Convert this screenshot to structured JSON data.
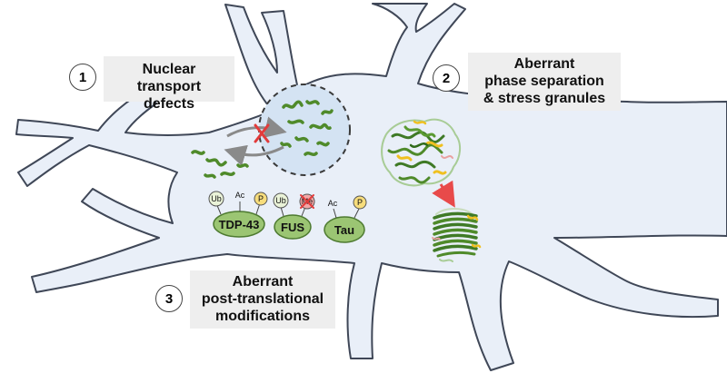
{
  "steps": [
    {
      "number": "1",
      "label_lines": [
        "Nuclear transport",
        "defects"
      ]
    },
    {
      "number": "2",
      "label_lines": [
        "Aberrant",
        "phase separation",
        "& stress granules"
      ]
    },
    {
      "number": "3",
      "label_lines": [
        "Aberrant",
        "post-translational",
        "modifications"
      ]
    }
  ],
  "proteins": [
    {
      "name": "TDP-43",
      "modifications": [
        "Ub",
        "Ac",
        "P"
      ]
    },
    {
      "name": "FUS",
      "modifications": [
        "Ub",
        "Me"
      ]
    },
    {
      "name": "Tau",
      "modifications": [
        "Ac",
        "P"
      ]
    }
  ],
  "colors": {
    "cell_fill": "#e9eff8",
    "cell_outline": "#3f4757",
    "protein_green": "#4f8a2a",
    "protein_ellipse": "#9bc573",
    "phospho_yellow": "#f7dd7c",
    "inhibit_red": "#e23b3b",
    "arrow_gray": "#8a8a8a",
    "stress_yellow": "#f0c020"
  }
}
